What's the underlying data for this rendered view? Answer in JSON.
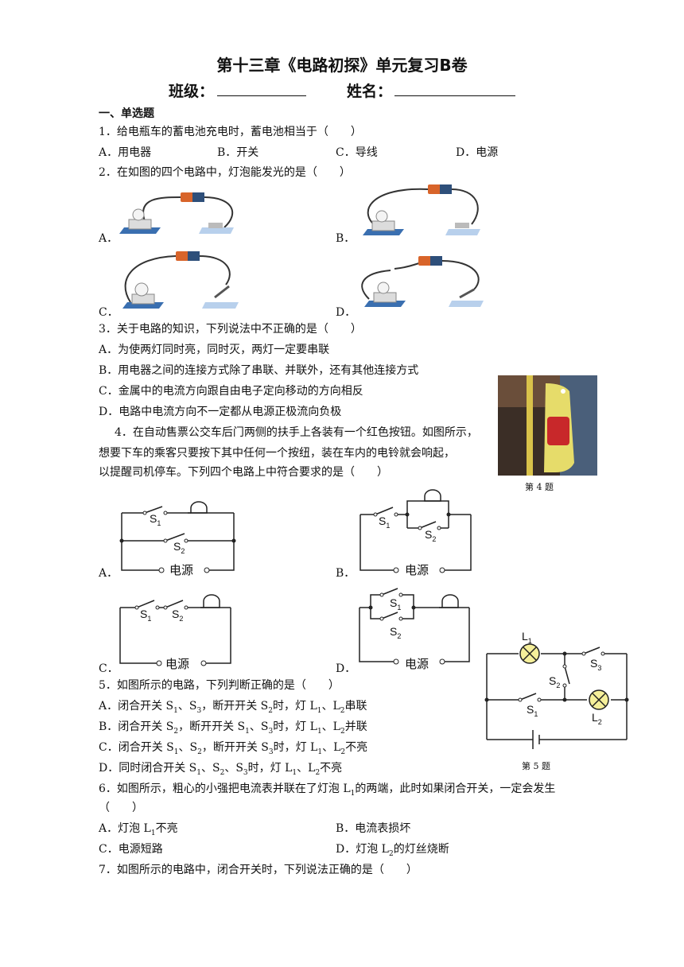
{
  "title": "第十三章《电路初探》单元复习B卷",
  "header": {
    "class_label": "班级：",
    "name_label": "姓名："
  },
  "section1": "一、单选题",
  "q1": {
    "stem": "1．给电瓶车的蓄电池充电时，蓄电池相当于（　　）",
    "options": [
      "A．用电器",
      "B．开关",
      "C．导线",
      "D．电源"
    ]
  },
  "q2": {
    "stem": "2．在如图的四个电路中，灯泡能发光的是（　　）",
    "labels": [
      "A．",
      "B．",
      "C．",
      "D．"
    ]
  },
  "q3": {
    "stem": "3．关于电路的知识，下列说法中不正确的是（　　）",
    "options": [
      "A．为使两灯同时亮，同时灭，两灯一定要串联",
      "B．用电器之间的连接方式除了串联、并联外，还有其他连接方式",
      "C．金属中的电流方向跟自由电子定向移动的方向相反",
      "D．电路中电流方向不一定都从电源正极流向负极"
    ]
  },
  "q4": {
    "stem_lines": [
      "4．在自动售票公交车后门两侧的扶手上各装有一个红色按钮。如图所示，",
      "想要下车的乘客只要按下其中任何一个按纽，装在车内的电铃就会响起，",
      "以提醒司机停车。下列四个电路上中符合要求的是（　　）"
    ],
    "caption": "第 4 题",
    "labels": [
      "A．",
      "B．",
      "C．",
      "D．"
    ],
    "s1": "S",
    "s2": "S",
    "sub1": "1",
    "sub2": "2",
    "power": "电源"
  },
  "q5": {
    "stem": "5．如图所示的电路，下列判断正确的是（　　）",
    "options": [
      {
        "a": "A．闭合开关 S",
        "b": "1",
        "c": "、S",
        "d": "3",
        "e": "，断开开关 S",
        "f": "2",
        "g": "时，灯 L",
        "h": "1",
        "i": "、L",
        "j": "2",
        "k": "串联"
      },
      {
        "a": "B．闭合开关 S",
        "b": "2",
        "c": "，断开开关 S",
        "d": "1",
        "e": "、S",
        "f": "3",
        "g": "时，灯 L",
        "h": "1",
        "i": "、L",
        "j": "2",
        "k": "并联"
      },
      {
        "a": "C．闭合开关 S",
        "b": "1",
        "c": "、S",
        "d": "2",
        "e": "，断开开关 S",
        "f": "3",
        "g": "时，灯 L",
        "h": "1",
        "i": "、L",
        "j": "2",
        "k": "不亮"
      },
      {
        "a": "D．同时闭合开关 S",
        "b": "1",
        "c": "、S",
        "d": "2",
        "e": "、S",
        "f": "3",
        "g": "时，灯 L",
        "h": "1",
        "i": "、L",
        "j": "2",
        "k": "不亮"
      }
    ],
    "caption": "第 5 题",
    "L": "L",
    "S": "S",
    "n1": "1",
    "n2": "2",
    "n3": "3"
  },
  "q6": {
    "stem": "6．如图所示，粗心的小强把电流表并联在了灯泡 L",
    "stem_sub": "1",
    "stem_end": "的两端，此时如果闭合开关，一定会发生",
    "paren": "（　　）",
    "options": [
      {
        "a": "A．灯泡 L",
        "b": "1",
        "c": "不亮"
      },
      {
        "a": "B．电流表损坏",
        "b": "",
        "c": ""
      },
      {
        "a": "C．电源短路",
        "b": "",
        "c": ""
      },
      {
        "a": "D．灯泡 L",
        "b": "2",
        "c": "的灯丝烧断"
      }
    ]
  },
  "q7": {
    "stem": "7．如图所示的电路中，闭合开关时，下列说法正确的是（　　）"
  }
}
